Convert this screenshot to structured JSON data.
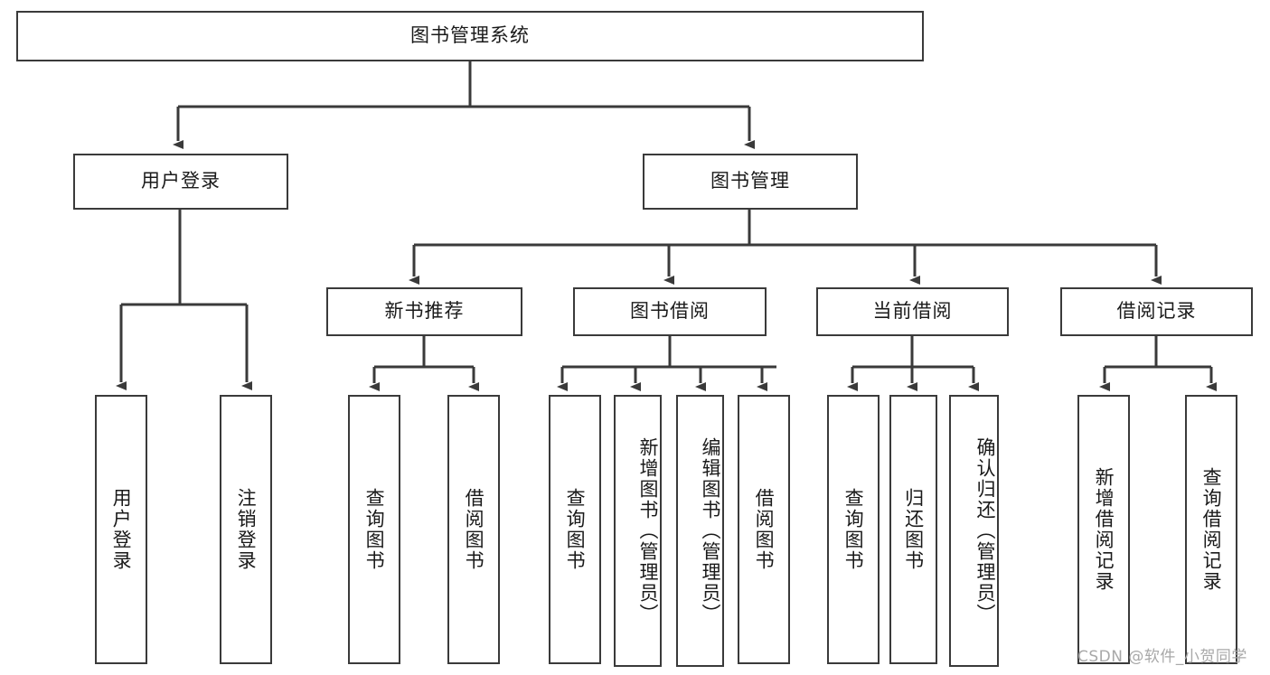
{
  "diagram": {
    "title": "图书管理系统",
    "type": "hierarchy-tree",
    "root": {
      "label": "图书管理系统"
    },
    "level2": [
      {
        "label": "用户登录"
      },
      {
        "label": "图书管理"
      }
    ],
    "level3": [
      {
        "label": "新书推荐"
      },
      {
        "label": "图书借阅"
      },
      {
        "label": "当前借阅"
      },
      {
        "label": "借阅记录"
      }
    ],
    "leaves": {
      "user_login": [
        {
          "label": "用户登录"
        },
        {
          "label": "注销登录"
        }
      ],
      "new_book_recommend": [
        {
          "label": "查询图书"
        },
        {
          "label": "借阅图书"
        }
      ],
      "book_borrow": [
        {
          "label": "查询图书"
        },
        {
          "label": "新增图书（管理员）"
        },
        {
          "label": "编辑图书（管理员）"
        },
        {
          "label": "借阅图书"
        }
      ],
      "current_borrow": [
        {
          "label": "查询图书"
        },
        {
          "label": "归还图书"
        },
        {
          "label": "确认归还（管理员）"
        }
      ],
      "borrow_record": [
        {
          "label": "新增借阅记录"
        },
        {
          "label": "查询借阅记录"
        }
      ]
    }
  },
  "watermark": {
    "text": "CSDN @软件_小贺同学"
  },
  "colors": {
    "stroke": "#3a3a3a",
    "text": "#1a1a1a",
    "background": "#ffffff",
    "watermark": "#a8a8a8"
  }
}
